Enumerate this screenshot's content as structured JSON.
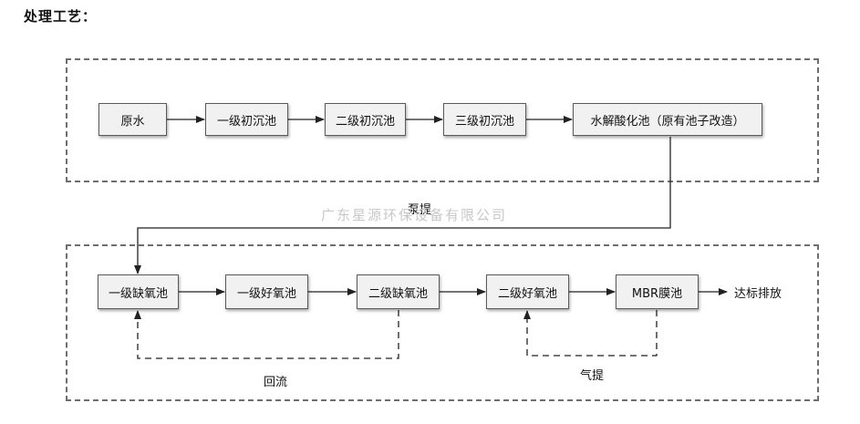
{
  "heading": "处理工艺：",
  "stage1": {
    "nodes": [
      "原水",
      "一级初沉池",
      "二级初沉池",
      "三级初沉池",
      "水解酸化池（原有池子改造）"
    ]
  },
  "transfer_label": "泵提",
  "watermark": "广东星源环保设备有限公司",
  "stage2": {
    "nodes": [
      "一级缺氧池",
      "一级好氧池",
      "二级缺氧池",
      "二级好氧池",
      "MBR膜池"
    ],
    "outlet": "达标排放",
    "loop_labels": {
      "reflux": "回流",
      "airlift": "气提"
    }
  }
}
